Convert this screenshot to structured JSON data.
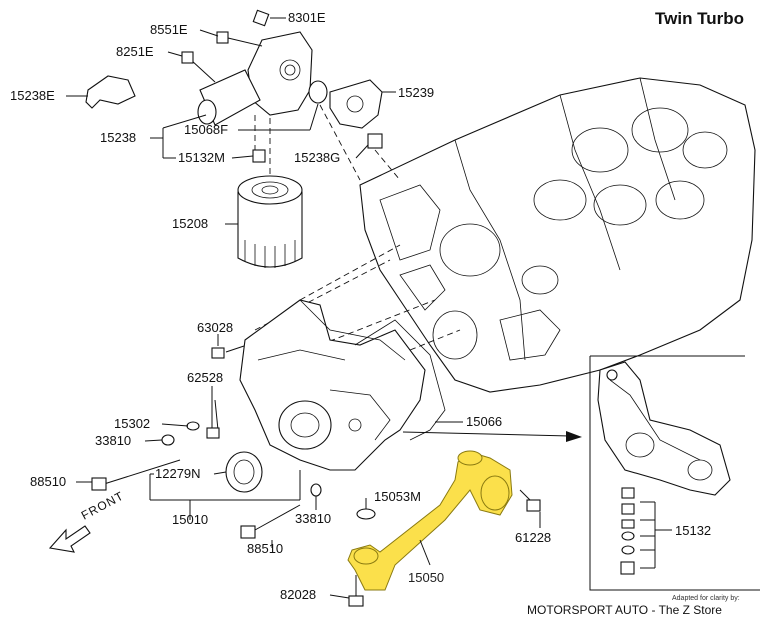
{
  "header": {
    "title": "Twin Turbo"
  },
  "callouts": {
    "p8551E": "8551E",
    "p8301E": "8301E",
    "p8251E": "8251E",
    "p15238E": "15238E",
    "p15239": "15239",
    "p15238": "15238",
    "p15068F": "15068F",
    "p15132M": "15132M",
    "p15238G": "15238G",
    "p15208": "15208",
    "p63028": "63028",
    "p62528": "62528",
    "p15302": "15302",
    "p33810a": "33810",
    "p88510a": "88510",
    "p12279N": "12279N",
    "p15010": "15010",
    "p15066": "15066",
    "p15053M": "15053M",
    "p33810b": "33810",
    "p88510b": "88510",
    "p61228": "61228",
    "p15050": "15050",
    "p82028": "82028",
    "p15132": "15132"
  },
  "direction": {
    "label": "FRONT"
  },
  "credits": {
    "note": "Adapted for clarity by:",
    "store": "MOTORSPORT AUTO - The Z Store"
  },
  "colors": {
    "highlight": "#fbe04b",
    "ink": "#111111"
  }
}
